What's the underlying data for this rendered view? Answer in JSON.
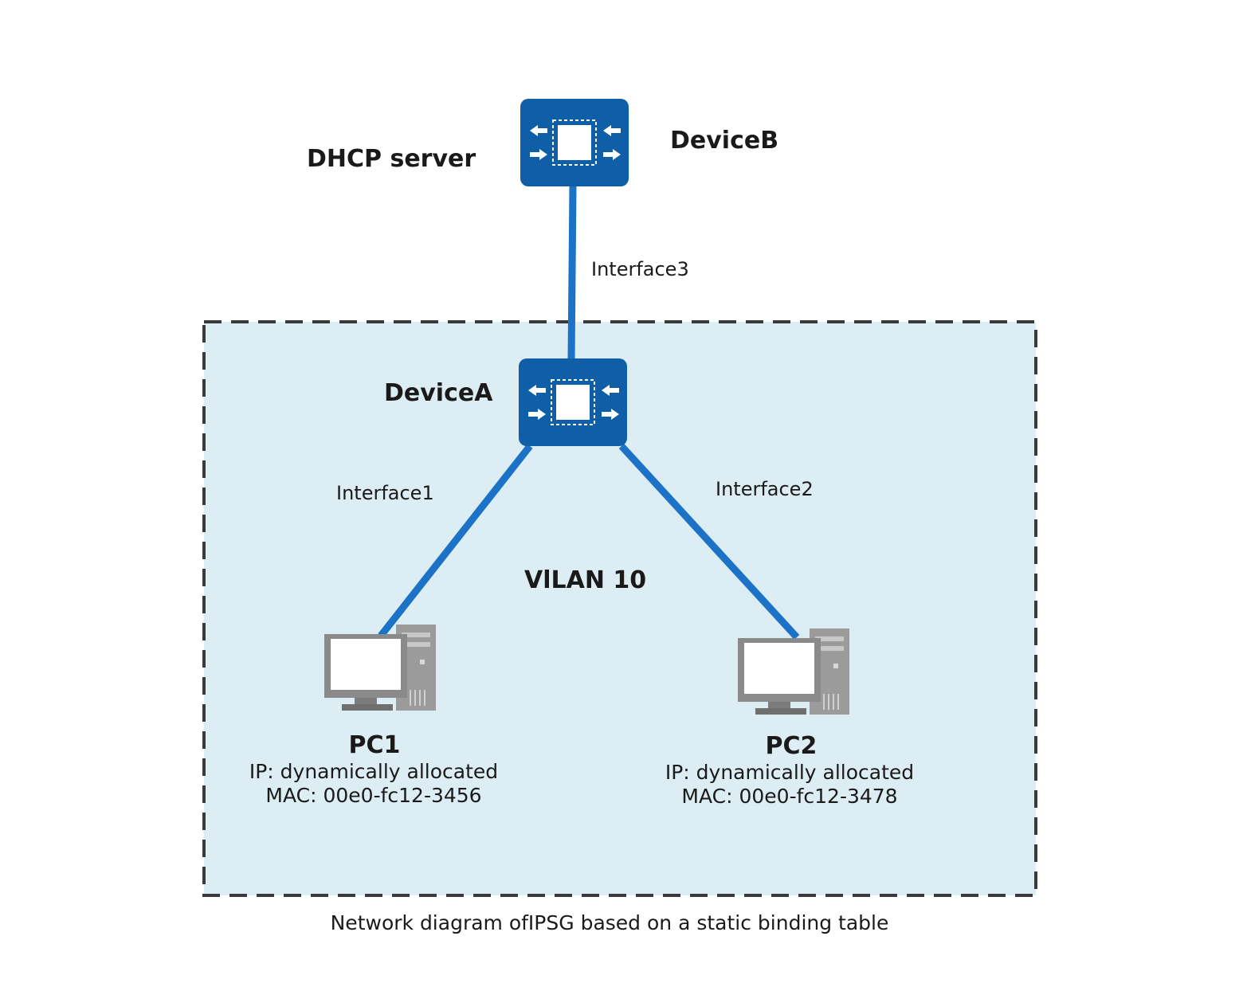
{
  "diagram": {
    "dhcp_label": "DHCP server",
    "device_b": {
      "name": "DeviceB"
    },
    "device_a": {
      "name": "DeviceA"
    },
    "interfaces": {
      "if1": "Interface1",
      "if2": "Interface2",
      "if3": "Interface3"
    },
    "vlan_label": "VlLAN 10",
    "pc1": {
      "name": "PC1",
      "ip": "IP: dynamically allocated",
      "mac": "MAC: 00e0-fc12-3456"
    },
    "pc2": {
      "name": "PC2",
      "ip": "IP: dynamically allocated",
      "mac": "MAC: 00e0-fc12-3478"
    },
    "caption": "Network diagram ofIPSG based on a static binding table"
  },
  "colors": {
    "switch_blue": "#0f5ea8",
    "link_blue": "#1b72c6",
    "vlan_fill": "#dcedf4",
    "vlan_border": "#3a3a3a",
    "pc_gray": "#8a8a8a"
  },
  "icons": {
    "switch": "switch-icon",
    "pc": "pc-icon"
  }
}
